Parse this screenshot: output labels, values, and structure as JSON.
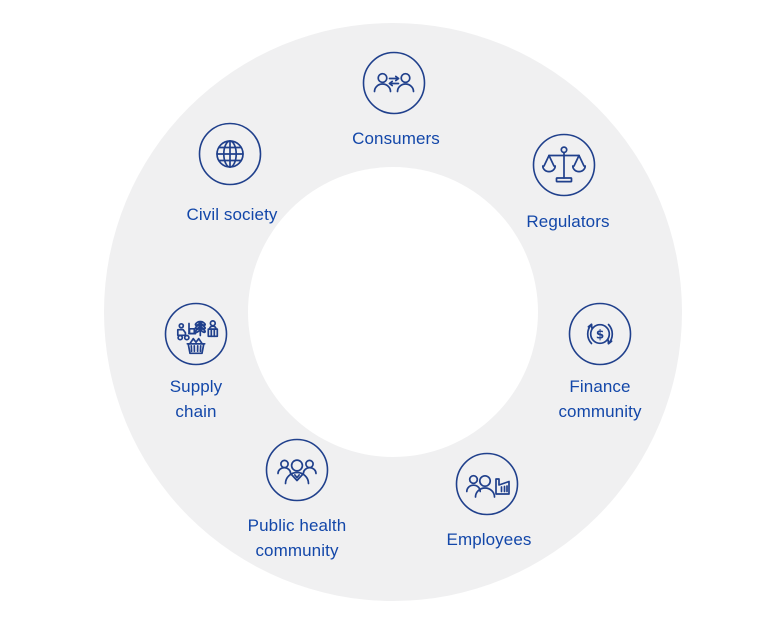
{
  "diagram": {
    "type": "stakeholder-ring",
    "finance_symbol": "$",
    "nodes": [
      {
        "id": "consumers",
        "label": "Consumers",
        "icon": "consumers-icon"
      },
      {
        "id": "regulators",
        "label": "Regulators",
        "icon": "scales-icon"
      },
      {
        "id": "finance-community",
        "label": "Finance\ncommunity",
        "icon": "currency-cycle-icon"
      },
      {
        "id": "employees",
        "label": "Employees",
        "icon": "workers-factory-icon"
      },
      {
        "id": "public-health-community",
        "label": "Public health\ncommunity",
        "icon": "people-group-icon"
      },
      {
        "id": "supply-chain",
        "label": "Supply\nchain",
        "icon": "supply-logistics-icon"
      },
      {
        "id": "civil-society",
        "label": "Civil society",
        "icon": "globe-icon"
      }
    ]
  },
  "colors": {
    "ring": "#f0f0f1",
    "hole": "#ffffff",
    "icon_stroke": "#20408c",
    "label": "#1347a9",
    "bg": "#ffffff"
  }
}
